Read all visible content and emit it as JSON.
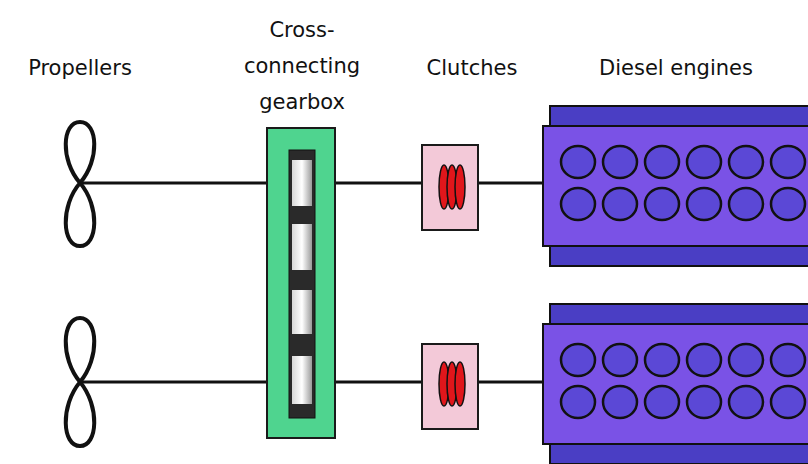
{
  "diagram": {
    "labels": [
      "Propellers",
      "Cross- connecting gearbox",
      "Clutches",
      "Diesel engines"
    ]
  }
}
